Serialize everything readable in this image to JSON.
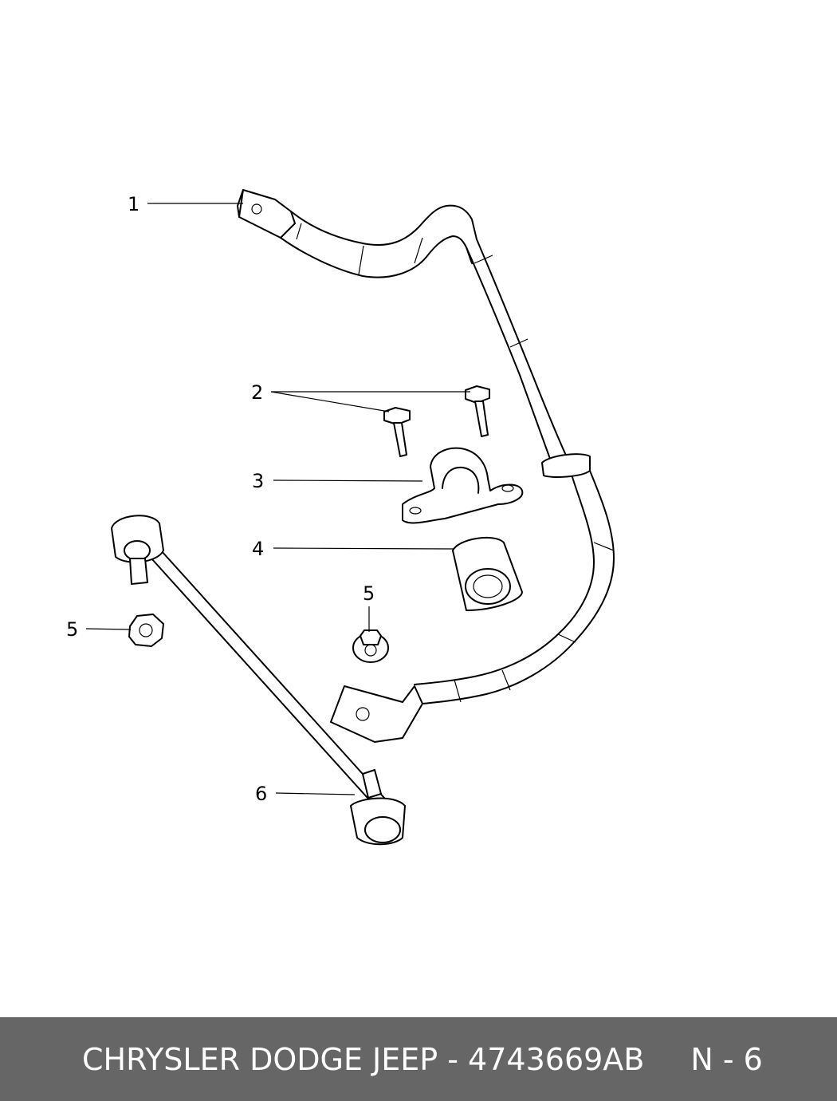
{
  "diagram": {
    "callouts": [
      {
        "id": "c1",
        "label": "1"
      },
      {
        "id": "c2",
        "label": "2"
      },
      {
        "id": "c3",
        "label": "3"
      },
      {
        "id": "c4",
        "label": "4"
      },
      {
        "id": "c5a",
        "label": "5"
      },
      {
        "id": "c5b",
        "label": "5"
      },
      {
        "id": "c6",
        "label": "6"
      }
    ]
  },
  "footer": {
    "brand_part": "CHRYSLER DODGE JEEP - 4743669AB",
    "ref": "N - 6"
  },
  "colors": {
    "footer_bg": "#666666",
    "footer_text": "#ffffff",
    "line": "#000000",
    "background": "#ffffff"
  }
}
